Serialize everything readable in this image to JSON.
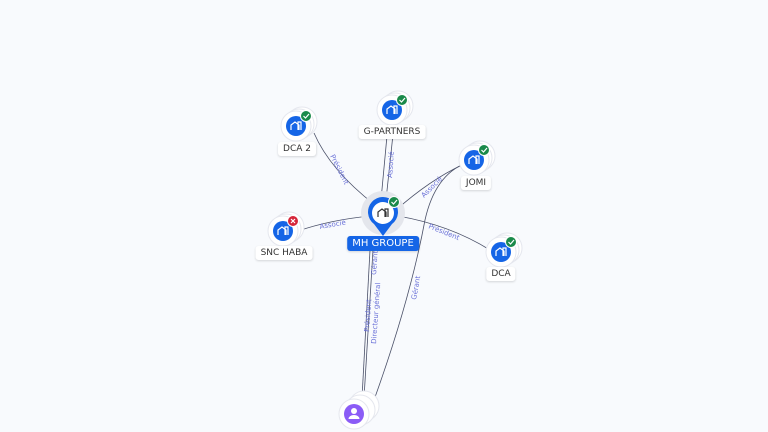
{
  "nodes": {
    "mh_groupe": {
      "label": "MH GROUPE",
      "status": "active"
    },
    "g_partners": {
      "label": "G-PARTNERS",
      "status": "active"
    },
    "dca2": {
      "label": "DCA 2",
      "status": "active"
    },
    "jomi": {
      "label": "JOMI",
      "status": "active"
    },
    "snc_haba": {
      "label": "SNC HABA",
      "status": "closed"
    },
    "dca": {
      "label": "DCA",
      "status": "active"
    },
    "person": {
      "label": ""
    }
  },
  "edges": {
    "mh_gpartners": "Associé",
    "mh_dca2": "Président",
    "mh_jomi": "Associé",
    "mh_sncHaba": "Associé",
    "mh_dca": "Président",
    "person_mh_1": "Président",
    "person_mh_2": "Directeur général",
    "person_mh_3": "Gérant",
    "person_jomi": "Gérant"
  },
  "colors": {
    "company": "#1565e6",
    "person": "#8b5cf6",
    "active": "#1a8a4a",
    "closed": "#d6263a",
    "edge_label": "#6b72d8"
  }
}
